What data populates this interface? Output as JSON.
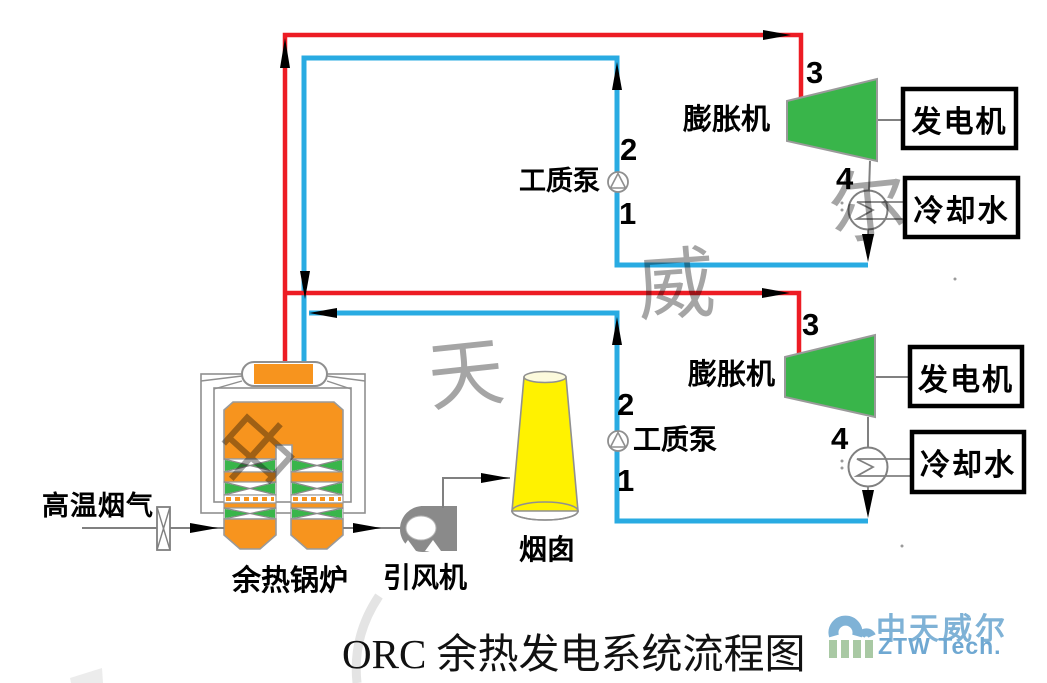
{
  "title": "ORC 余热发电系统流程图",
  "loops": {
    "top": {
      "pump": "工质泵",
      "expander": "膨胀机",
      "generator": "发电机",
      "cooling_water": "冷却水",
      "points": {
        "p1": "1",
        "p2": "2",
        "p3": "3",
        "p4": "4"
      }
    },
    "bottom": {
      "pump": "工质泵",
      "expander": "膨胀机",
      "generator": "发电机",
      "cooling_water": "冷却水",
      "points": {
        "p1": "1",
        "p2": "2",
        "p3": "3",
        "p4": "4"
      }
    }
  },
  "flue": {
    "inlet": "高温烟气",
    "boiler": "余热锅炉",
    "fan": "引风机",
    "chimney": "烟囱"
  },
  "watermark": {
    "c1": "中",
    "c2": "天",
    "c3": "威",
    "c4": "尔"
  },
  "logo": {
    "cn": "中天威尔",
    "en": "ZTW Tech."
  },
  "colors": {
    "hot_pipe": "#ED1C24",
    "cold_pipe": "#29ABE2",
    "expander_green": "#39B54A",
    "boiler_orange": "#F7941E",
    "chimney_yellow": "#FFF200",
    "logo_blue": "#7FB2D6",
    "logo_bar_green": "#A9C9A4"
  }
}
